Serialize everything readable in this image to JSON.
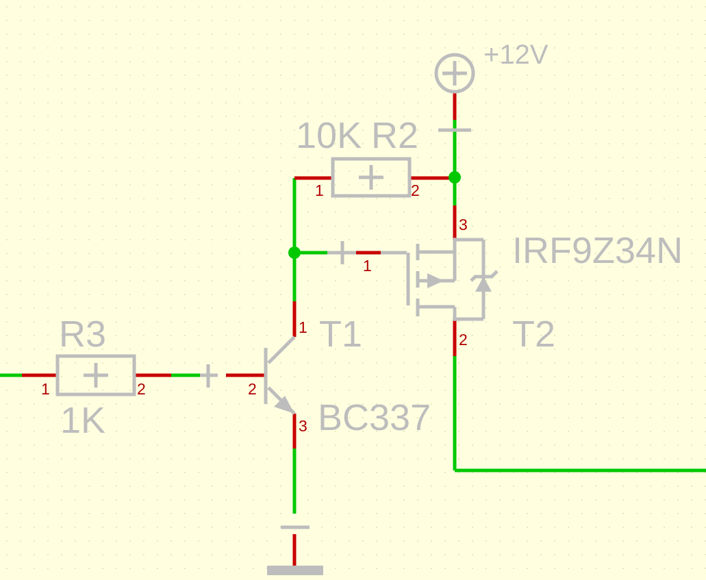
{
  "schematic": {
    "colors": {
      "background": "#ffffe0",
      "wire": "#00c800",
      "pin": "#c80000",
      "pin_number": "#b00000",
      "component": "#bdbdbd",
      "junction": "#00c800"
    },
    "power": {
      "label": "+12V",
      "icon": "power-plus-icon"
    },
    "ground": {
      "icon": "ground-bar-icon"
    },
    "components": {
      "R2": {
        "ref": "R2",
        "value": "10K",
        "pins": [
          "1",
          "2"
        ],
        "icon": "resistor-icon"
      },
      "R3": {
        "ref": "R3",
        "value": "1K",
        "pins": [
          "1",
          "2"
        ],
        "icon": "resistor-icon"
      },
      "T1": {
        "ref": "T1",
        "value": "BC337",
        "pins": [
          "1",
          "2",
          "3"
        ],
        "icon": "npn-transistor-icon"
      },
      "T2": {
        "ref": "T2",
        "value": "IRF9Z34N",
        "pins": [
          "1",
          "2",
          "3"
        ],
        "icon": "p-mosfet-icon"
      }
    }
  }
}
